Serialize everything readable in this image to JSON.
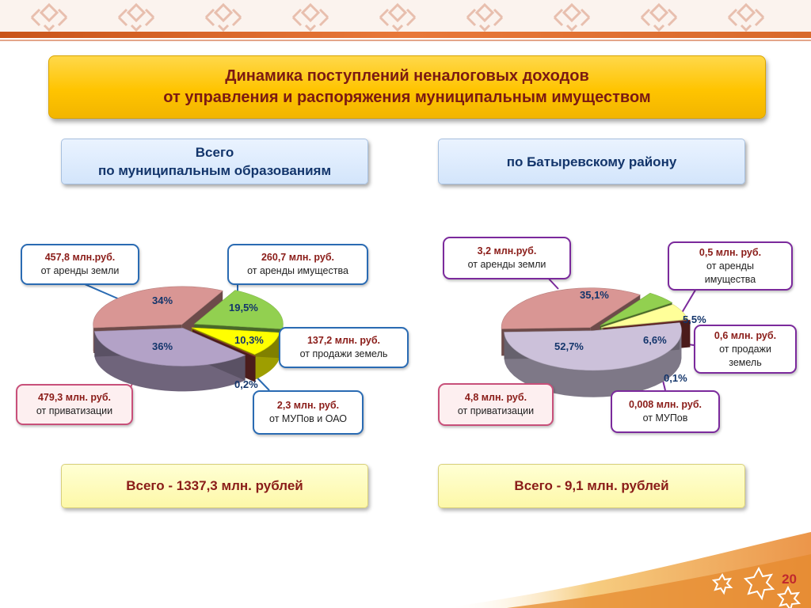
{
  "title": {
    "line1": "Динамика поступлений неналоговых доходов",
    "line2": "от управления и распоряжения муниципальным имуществом"
  },
  "left_header": {
    "line1": "Всего",
    "line2": "по муниципальным образованиям"
  },
  "right_header": {
    "label": "по Батыревскому району"
  },
  "left_total": "Всего  - 1337,3 млн. рублей",
  "right_total": "Всего  -  9,1 млн. рублей",
  "page_number": "20",
  "colors": {
    "title_bg": "#ffc400",
    "title_text": "#7b1a12",
    "land_rent": "#d99694",
    "property_rent": "#92d050",
    "land_sale": "#ffff00",
    "mup": "#953735",
    "privatization": "#b3a2c7"
  },
  "callouts_left": {
    "land_rent": {
      "value": "457,8 млн.руб.",
      "text": "от аренды земли"
    },
    "property_rent": {
      "value": "260,7 млн. руб.",
      "text": "от аренды имущества"
    },
    "land_sale": {
      "value": "137,2 млн. руб.",
      "text": "от продажи земель"
    },
    "mup": {
      "value": "2,3 млн. руб.",
      "text": "от МУПов и ОАО"
    },
    "privatization": {
      "value": "479,3 млн. руб.",
      "text": "от приватизации"
    }
  },
  "callouts_right": {
    "land_rent": {
      "value": "3,2 млн.руб.",
      "text": "от аренды земли"
    },
    "property_rent": {
      "value": "0,5 млн. руб.",
      "line2": "от аренды",
      "line3": "имущества"
    },
    "land_sale": {
      "value": "0,6 млн. руб.",
      "line2": "от продажи",
      "line3": "земель"
    },
    "mup": {
      "value": "0,008 млн. руб.",
      "text": "от МУПов"
    },
    "privatization": {
      "value": "4,8 млн. руб.",
      "text": "от приватизации"
    }
  },
  "chart_data": [
    {
      "type": "pie",
      "title": "",
      "categories": [
        "аренда земли",
        "аренда имущества",
        "продажа земель",
        "МУПы и ОАО",
        "приватизация"
      ],
      "values": [
        34,
        19.5,
        10.3,
        0.2,
        36
      ],
      "labels": [
        "34%",
        "19,5%",
        "10,3%",
        "0,2%",
        "36%"
      ],
      "colors": [
        "#d99694",
        "#92d050",
        "#ffff00",
        "#953735",
        "#b3a2c7"
      ]
    },
    {
      "type": "pie",
      "title": "",
      "categories": [
        "аренда земли",
        "аренда имущества",
        "продажа земель",
        "МУПы",
        "приватизация"
      ],
      "values": [
        35.1,
        5.5,
        6.6,
        0.1,
        52.7
      ],
      "labels": [
        "35,1%",
        "5,5%",
        "6,6%",
        "0,1%",
        "52,7%"
      ],
      "colors": [
        "#d99694",
        "#92d050",
        "#ffff99",
        "#953735",
        "#ccc1da"
      ]
    }
  ]
}
